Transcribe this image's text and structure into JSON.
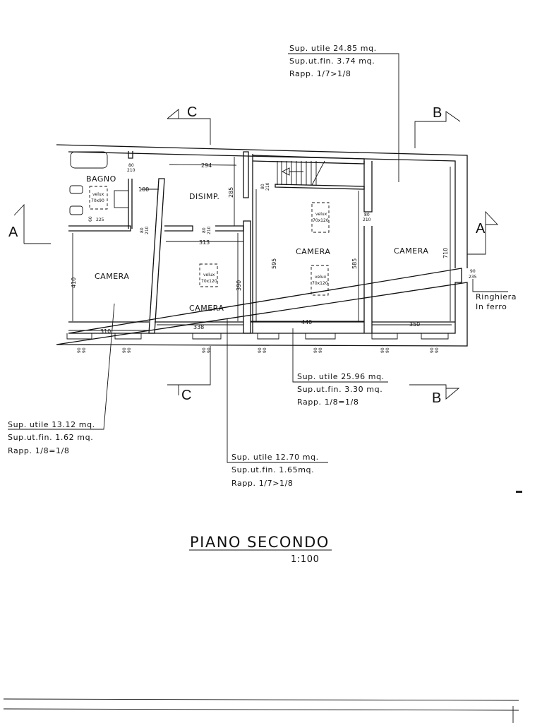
{
  "annotations": {
    "top_right": {
      "sup_utile": "Sup. utile 24.85 mq.",
      "sup_ut_fin": "Sup.ut.fin. 3.74 mq.",
      "rapp": "Rapp. 1/7>1/8"
    },
    "middle_right": {
      "sup_utile": "Sup. utile 25.96 mq.",
      "sup_ut_fin": "Sup.ut.fin. 3.30 mq.",
      "rapp": "Rapp. 1/8=1/8"
    },
    "left": {
      "sup_utile": "Sup. utile 13.12 mq.",
      "sup_ut_fin": "Sup.ut.fin. 1.62 mq.",
      "rapp": "Rapp. 1/8=1/8"
    },
    "center": {
      "sup_utile": "Sup. utile 12.70 mq.",
      "sup_ut_fin": "Sup.ut.fin. 1.65mq.",
      "rapp": "Rapp. 1/7>1/8"
    }
  },
  "sections": {
    "c": "C",
    "b": "B",
    "a": "A"
  },
  "rooms": {
    "bagno": "BAGNO",
    "disimp": "DISIMP.",
    "camera": "CAMERA"
  },
  "dims": {
    "d294": "294",
    "d285": "285",
    "d100": "100",
    "d313": "313",
    "d390": "390",
    "d410": "410",
    "d310": "310",
    "d338": "338",
    "d595": "595",
    "d585": "585",
    "d440": "440",
    "d350": "350",
    "d710": "710",
    "d225": "225",
    "d60": "60",
    "door_w": "80",
    "door_h": "210",
    "win_w": "90",
    "win_h": "90",
    "balcony_w": "90",
    "balcony_h": "235"
  },
  "velux": {
    "label": "velux",
    "small": "70x90",
    "large": "70x120"
  },
  "railing": {
    "line1": "Ringhiera",
    "line2": "In ferro"
  },
  "title": {
    "name": "PIANO SECONDO",
    "scale": "1:100"
  }
}
